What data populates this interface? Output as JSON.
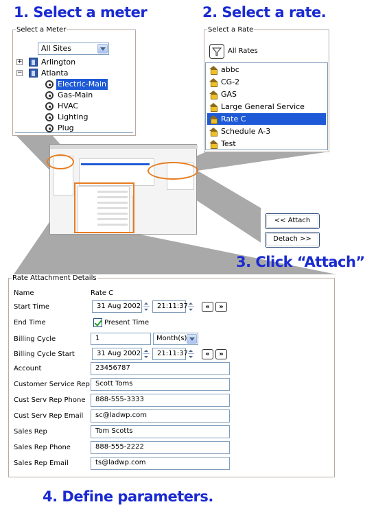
{
  "steps": {
    "s1": "1. Select a meter",
    "s2": "2. Select a rate.",
    "s3": "3. Click “Attach”",
    "s4": "4. Define parameters."
  },
  "meter_panel": {
    "legend": "Select a Meter",
    "site_select": "All Sites",
    "tree": [
      {
        "label": "Arlington",
        "expander": "+",
        "icon": "building-icon"
      },
      {
        "label": "Atlanta",
        "expander": "−",
        "icon": "building-icon"
      },
      {
        "label": "Electric-Main",
        "icon": "meter-icon",
        "selected": true
      },
      {
        "label": "Gas-Main",
        "icon": "meter-icon"
      },
      {
        "label": "HVAC",
        "icon": "meter-icon"
      },
      {
        "label": "Lighting",
        "icon": "meter-icon"
      },
      {
        "label": "Plug",
        "icon": "meter-icon"
      }
    ]
  },
  "rate_panel": {
    "legend": "Select a Rate",
    "filter_label": "All Rates",
    "rates": [
      {
        "label": "abbc"
      },
      {
        "label": "CG-2"
      },
      {
        "label": "GAS"
      },
      {
        "label": "Large General Service"
      },
      {
        "label": "Rate C",
        "selected": true
      },
      {
        "label": "Schedule A-3"
      },
      {
        "label": "Test"
      }
    ]
  },
  "buttons": {
    "attach": "<< Attach",
    "detach": "Detach >>"
  },
  "details": {
    "legend": "Rate Attachment Details",
    "name_label": "Name",
    "name_value": "Rate C",
    "start_label": "Start Time",
    "start_date": "31 Aug 2002",
    "start_time": "21:11:37",
    "end_label": "End Time",
    "end_checkbox": "Present Time",
    "billing_label": "Billing Cycle",
    "billing_value": "1",
    "billing_unit": "Month(s)",
    "bcs_label": "Billing Cycle Start",
    "bcs_date": "31 Aug 2002",
    "bcs_time": "21:11:37",
    "prev_symbol": "«",
    "next_symbol": "»",
    "fields": [
      {
        "label": "Account",
        "value": "23456787"
      },
      {
        "label": "Customer Service Rep",
        "value": "Scott Toms"
      },
      {
        "label": "Cust Serv Rep Phone",
        "value": "888-555-3333"
      },
      {
        "label": "Cust Serv Rep Email",
        "value": "sc@ladwp.com"
      },
      {
        "label": "Sales Rep",
        "value": "Tom Scotts"
      },
      {
        "label": "Sales Rep Phone",
        "value": "888-555-2222"
      },
      {
        "label": "Sales Rep Email",
        "value": "ts@ladwp.com"
      }
    ]
  },
  "colors": {
    "step_text": "#1a2bd0",
    "selection": "#1e5ad7",
    "highlight_ring": "#e87c1e"
  }
}
